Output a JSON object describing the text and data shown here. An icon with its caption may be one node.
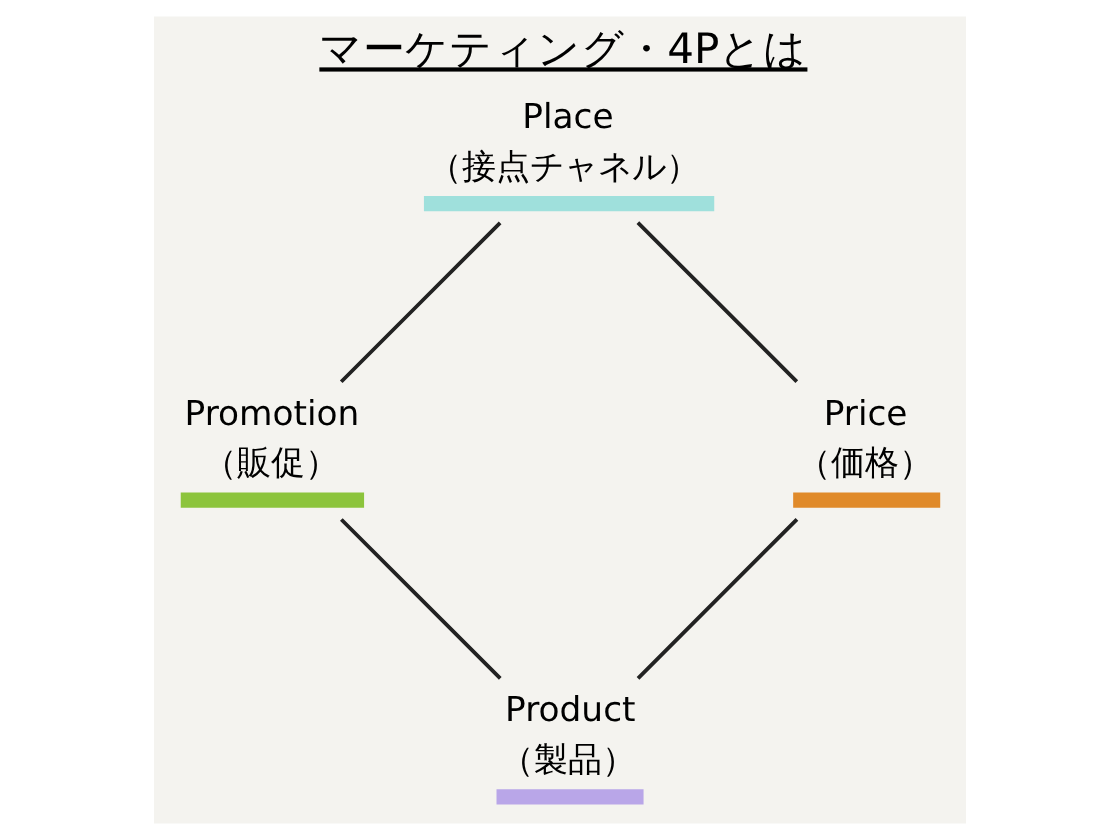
{
  "diagram": {
    "title": "マーケティング・4Pとは",
    "nodes": [
      {
        "text": [
          "Product",
          "（製品）"
        ]
      },
      {
        "text": [
          "Price",
          "（価格）"
        ]
      },
      {
        "text": [
          "Promotion",
          "（販促）"
        ]
      },
      {
        "text": [
          "Place",
          "（接点チャネル）"
        ]
      }
    ],
    "edges": [
      {
        "from": 1,
        "to": 0,
        "arrow": "none"
      },
      {
        "from": 0,
        "to": 2,
        "arrow": "none"
      },
      {
        "from": 2,
        "to": 3,
        "arrow": "none"
      },
      {
        "from": 3,
        "to": 1,
        "arrow": "none"
      }
    ]
  }
}
